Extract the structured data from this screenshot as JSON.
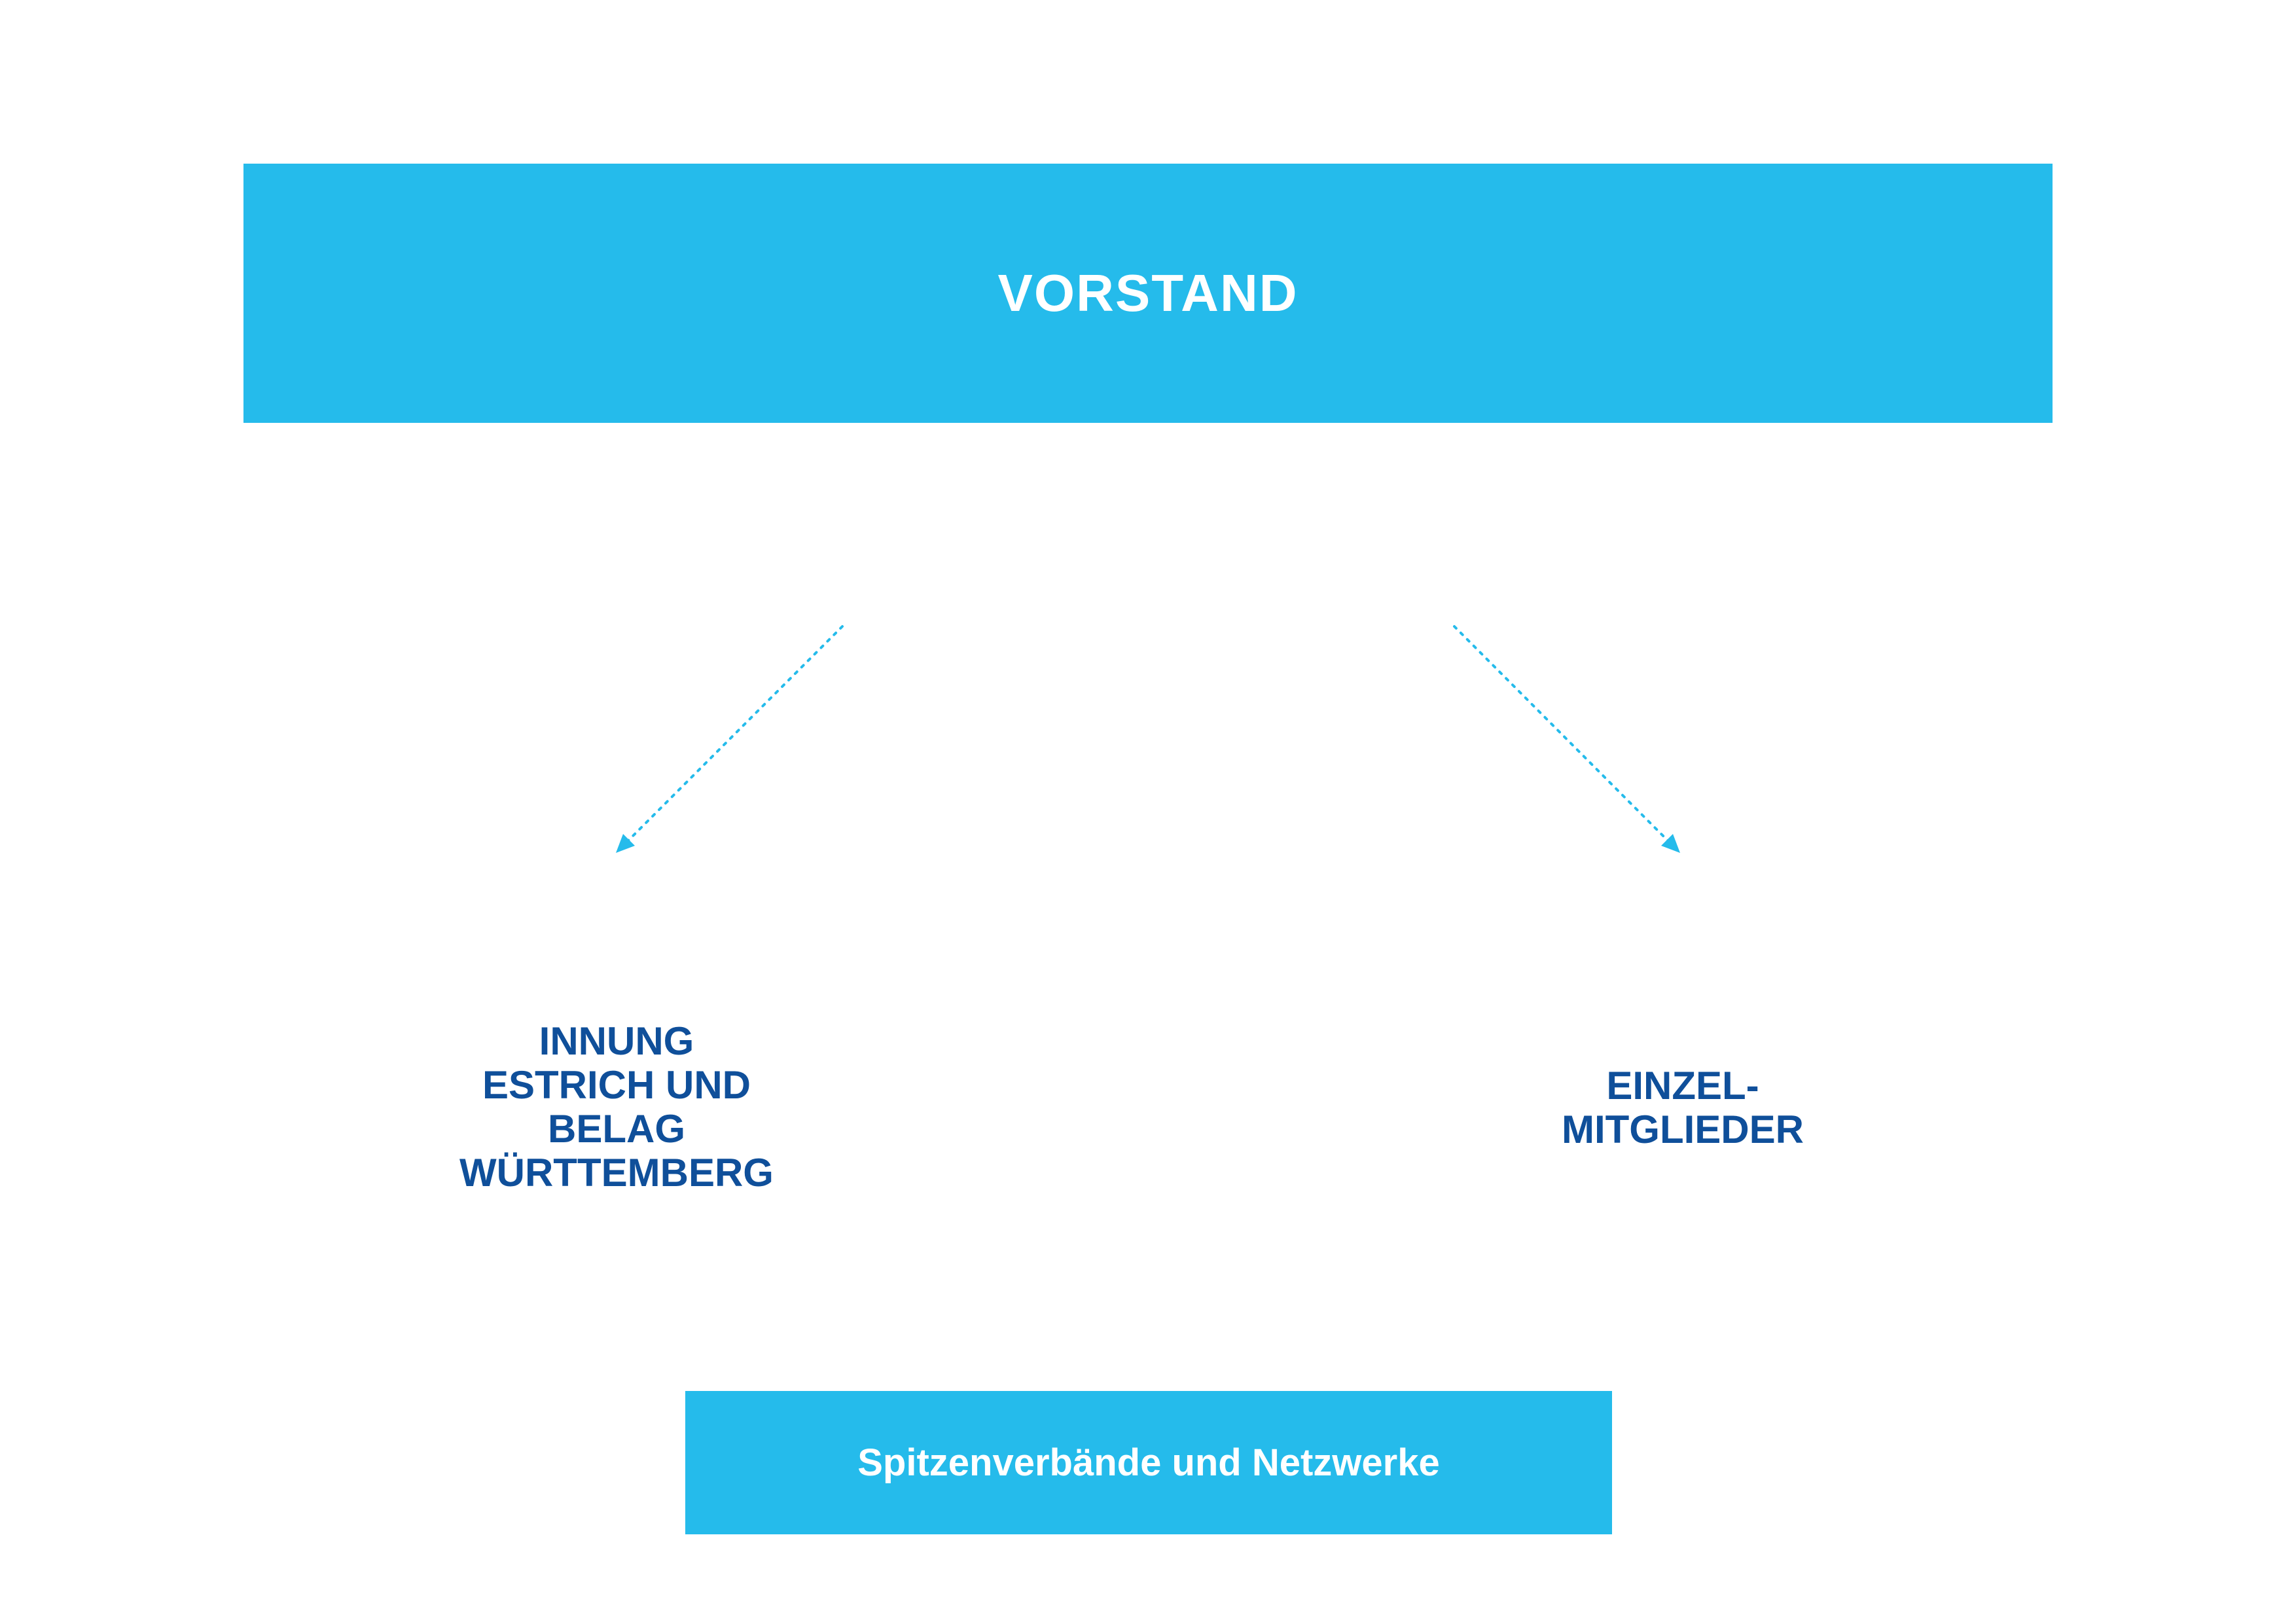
{
  "top_box": {
    "label": "VORSTAND"
  },
  "left_node": {
    "lines": [
      "INNUNG",
      "ESTRICH UND",
      "BELAG",
      "WÜRTTEMBERG"
    ]
  },
  "right_node": {
    "lines": [
      "EINZEL-",
      "MITGLIEDER"
    ]
  },
  "bottom_box": {
    "label": "Spitzenverbände und Netzwerke"
  },
  "colors": {
    "box_fill": "#25bbeb",
    "box_text": "#ffffff",
    "node_text": "#0f4f9a",
    "connector": "#25bbeb"
  }
}
